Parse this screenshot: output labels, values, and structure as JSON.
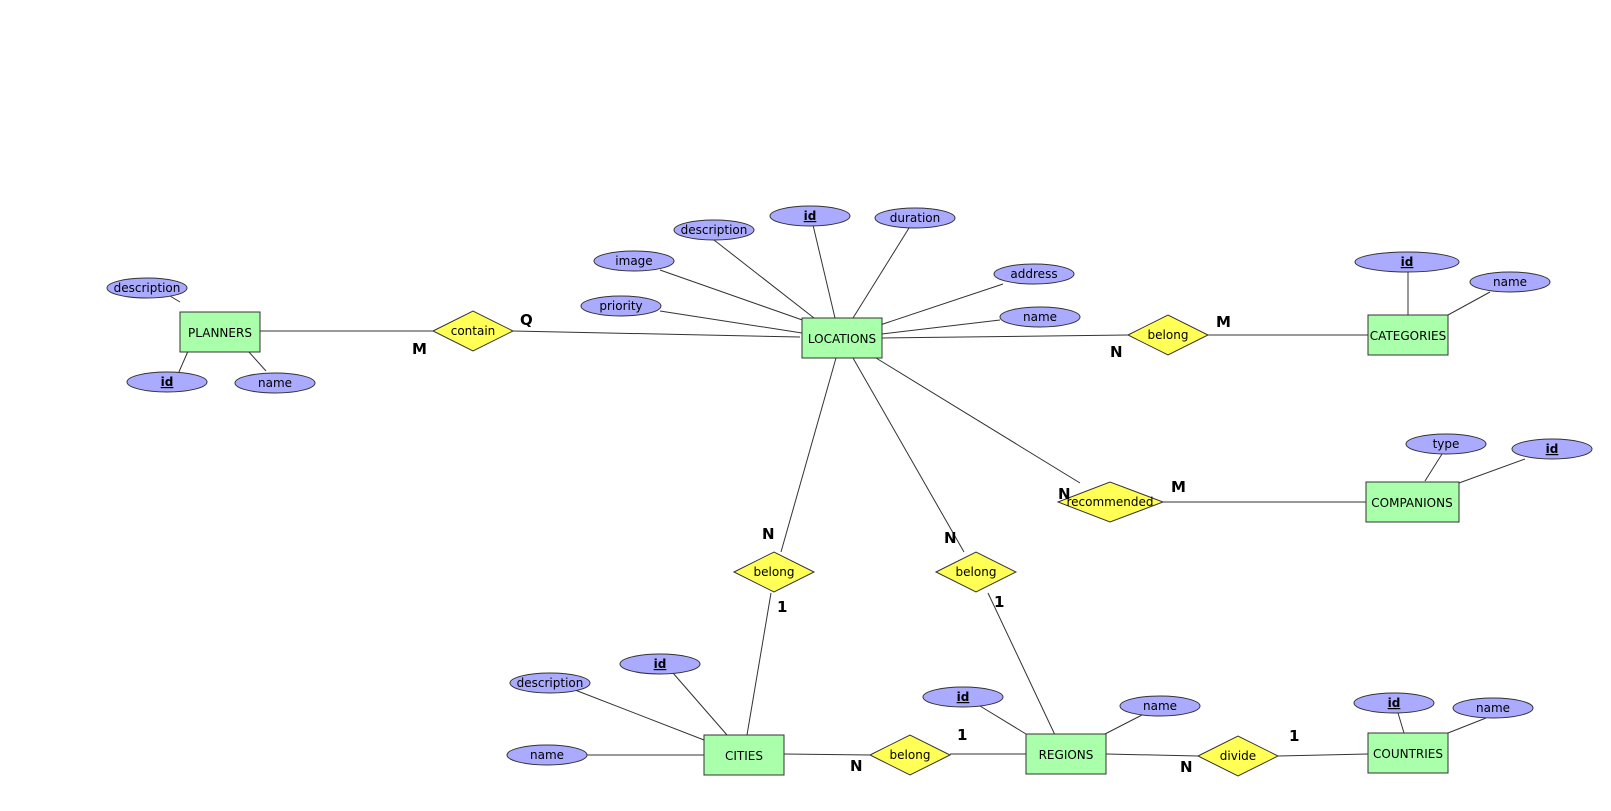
{
  "entities": {
    "planners": "PLANNERS",
    "locations": "LOCATIONS",
    "categories": "CATEGORIES",
    "companions": "COMPANIONS",
    "cities": "CITIES",
    "regions": "REGIONS",
    "countries": "COUNTRIES"
  },
  "relationships": {
    "contain": "contain",
    "belong_categories": "belong",
    "recommended": "recommended",
    "belong_cities": "belong",
    "belong_regions": "belong",
    "belong_cities_regions": "belong",
    "divide": "divide"
  },
  "attributes": {
    "planners": {
      "description": "description",
      "id": "id",
      "name": "name"
    },
    "locations": {
      "description": "description",
      "id": "id",
      "duration": "duration",
      "image": "image",
      "address": "address",
      "priority": "priority",
      "name": "name"
    },
    "categories": {
      "id": "id",
      "name": "name"
    },
    "companions": {
      "type": "type",
      "id": "id"
    },
    "cities": {
      "description": "description",
      "id": "id",
      "name": "name"
    },
    "regions": {
      "id": "id",
      "name": "name"
    },
    "countries": {
      "id": "id",
      "name": "name"
    }
  },
  "cardinalities": {
    "planners_contain": "M",
    "contain_locations": "Q",
    "locations_belong_categories": "N",
    "belong_categories_categories": "M",
    "locations_recommended": "N",
    "recommended_companions": "M",
    "locations_belong_cities": "N",
    "belong_cities_cities": "1",
    "locations_belong_regions": "N",
    "belong_regions_regions": "1",
    "cities_belong_regions": "N",
    "belong_regions2_regions": "1",
    "regions_divide": "N",
    "divide_countries": "1"
  }
}
